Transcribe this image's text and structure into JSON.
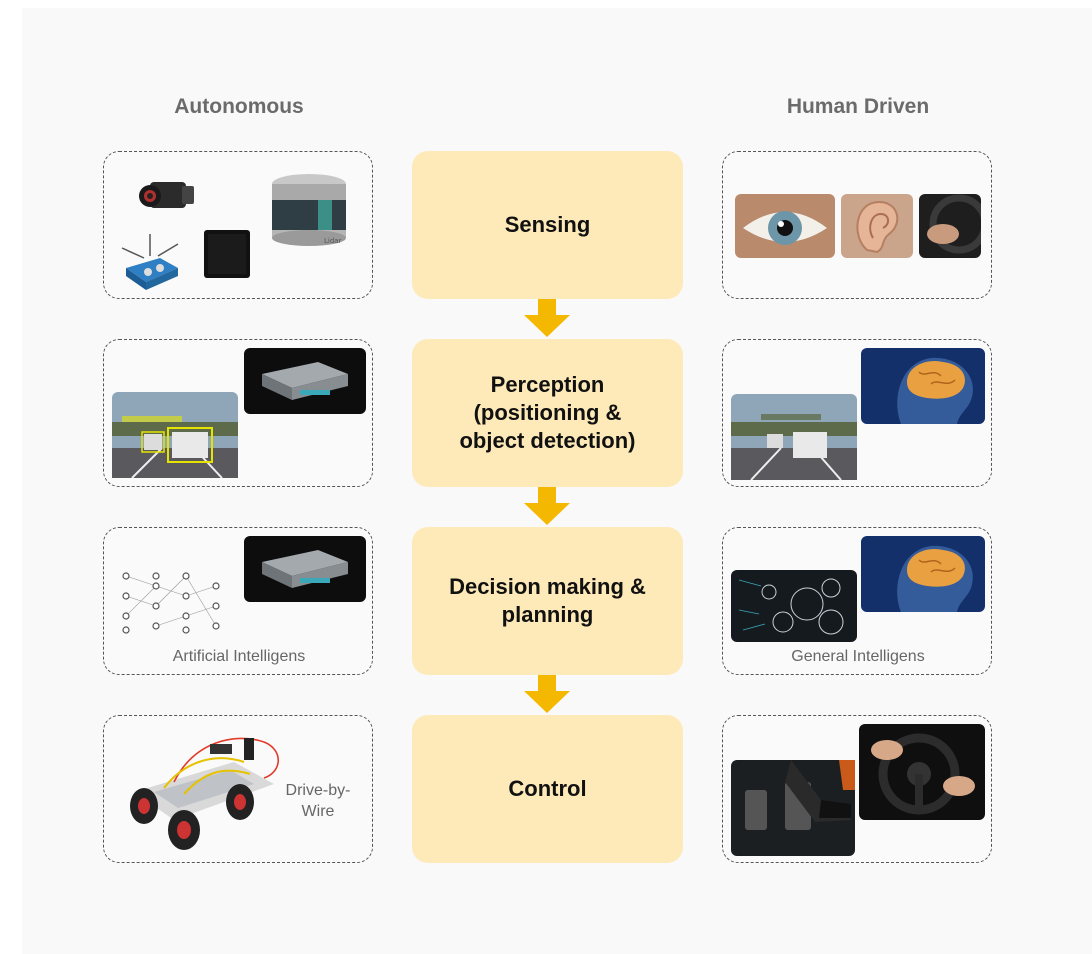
{
  "columns": {
    "left_title": "Autonomous",
    "right_title": "Human Driven"
  },
  "stages": [
    {
      "label": "Sensing"
    },
    {
      "label": "Perception\n(positioning &\nobject detection)"
    },
    {
      "label": "Decision making &\nplanning"
    },
    {
      "label": "Control"
    }
  ],
  "autonomous": {
    "sensing_icons": [
      "camera-icon",
      "lidar-icon",
      "radar-icon",
      "imu-icon"
    ],
    "lidar_label": "Lidar",
    "perception_icons": [
      "road-detection-photo",
      "compute-unit-icon"
    ],
    "decision_caption": "Artificial Intelligens",
    "decision_icons": [
      "neural-network-icon",
      "compute-unit-icon"
    ],
    "control_caption": "Drive-by-\nWire",
    "control_icons": [
      "ev-chassis-icon"
    ]
  },
  "human": {
    "sensing_icons": [
      "eye-icon",
      "ear-icon",
      "hand-on-wheel-icon"
    ],
    "perception_icons": [
      "road-view-photo",
      "brain-icon"
    ],
    "decision_caption": "General Intelligens",
    "decision_icons": [
      "neurons-icon",
      "brain-icon"
    ],
    "control_icons": [
      "pedals-icon",
      "steering-wheel-icon"
    ]
  },
  "colors": {
    "stage_fill": "#fdeab8",
    "arrow": "#f5b800",
    "brain": "#e8a040",
    "brain_bg": "#14306a"
  }
}
